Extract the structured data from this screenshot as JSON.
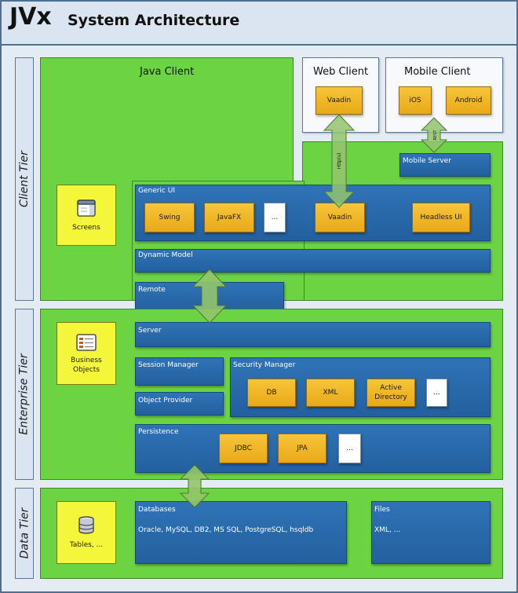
{
  "header": {
    "logo": "JVx",
    "title": "System Architecture"
  },
  "tiers": {
    "client": "Client Tier",
    "enterprise": "Enterprise Tier",
    "data": "Data Tier"
  },
  "client": {
    "java_client": "Java Client",
    "web_client": "Web Client",
    "mobile_client": "Mobile Client",
    "web_vaadin": "Vaadin",
    "ios": "iOS",
    "android": "Android",
    "http_label": "Http(s)",
    "rest_label": "REST",
    "mobile_server": "Mobile Server",
    "screens": "Screens",
    "generic_ui": "Generic UI",
    "swing": "Swing",
    "javafx": "JavaFX",
    "more": "...",
    "vaadin": "Vaadin",
    "headless_ui": "Headless UI",
    "dynamic_model": "Dynamic Model",
    "remote": "Remote"
  },
  "enterprise": {
    "business_objects": "Business Objects",
    "server": "Server",
    "session_manager": "Session Manager",
    "object_provider": "Object Provider",
    "security_manager": "Security Manager",
    "db": "DB",
    "xml": "XML",
    "active_directory": "Active Directory",
    "more": "...",
    "persistence": "Persistence",
    "jdbc": "JDBC",
    "jpa": "JPA",
    "more2": "..."
  },
  "data": {
    "tables": "Tables, ...",
    "databases": "Databases",
    "databases_list": "Oracle, MySQL, DB2, MS SQL, PostgreSQL, hsqldb",
    "files": "Files",
    "files_list": "XML, ..."
  },
  "colors": {
    "green": "#6cd443",
    "blue": "#2a6aad",
    "orange": "#f2b72a",
    "yellow": "#f4f63a",
    "arrow": "#8fbf6a"
  }
}
